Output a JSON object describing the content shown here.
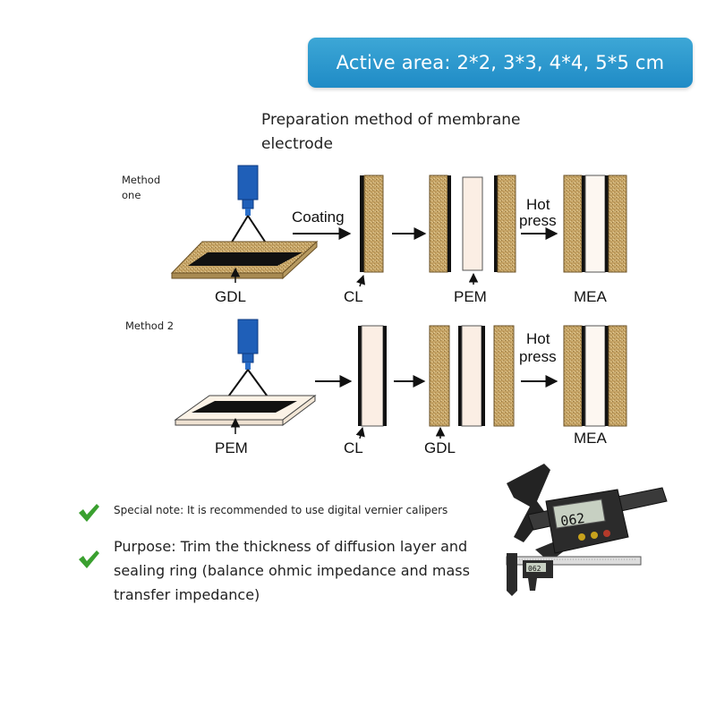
{
  "banner": {
    "text": "Active area: 2*2, 3*3, 4*4, 5*5 cm",
    "color": "#2596cf"
  },
  "title": "Preparation method of membrane electrode",
  "method_one": {
    "label": "Method one",
    "steps": [
      "Coating",
      "Hot press"
    ],
    "labels": {
      "substrate": "GDL",
      "cl": "CL",
      "membrane": "PEM",
      "result": "MEA"
    }
  },
  "method_two": {
    "label": "Method 2",
    "steps": [
      "Hot press"
    ],
    "labels": {
      "substrate": "PEM",
      "cl": "CL",
      "gdl": "GDL",
      "result": "MEA"
    }
  },
  "notes": {
    "special": "Special note: It is recommended to use digital vernier calipers",
    "purpose": "Purpose: Trim the thickness of diffusion layer and sealing ring (balance ohmic impedance and mass transfer impedance)"
  },
  "caliper": {
    "reading_main": "062",
    "reading_small": "062"
  },
  "icons": [
    "check-icon",
    "spray-nozzle-icon",
    "arrow-right-icon",
    "arrow-up-icon",
    "digital-caliper-icon"
  ],
  "colors": {
    "gdl": "#c9a86a",
    "pem": "#fbeee4",
    "nozzle": "#1f5fb8",
    "check": "#3aa02f",
    "catalyst": "#111111"
  }
}
